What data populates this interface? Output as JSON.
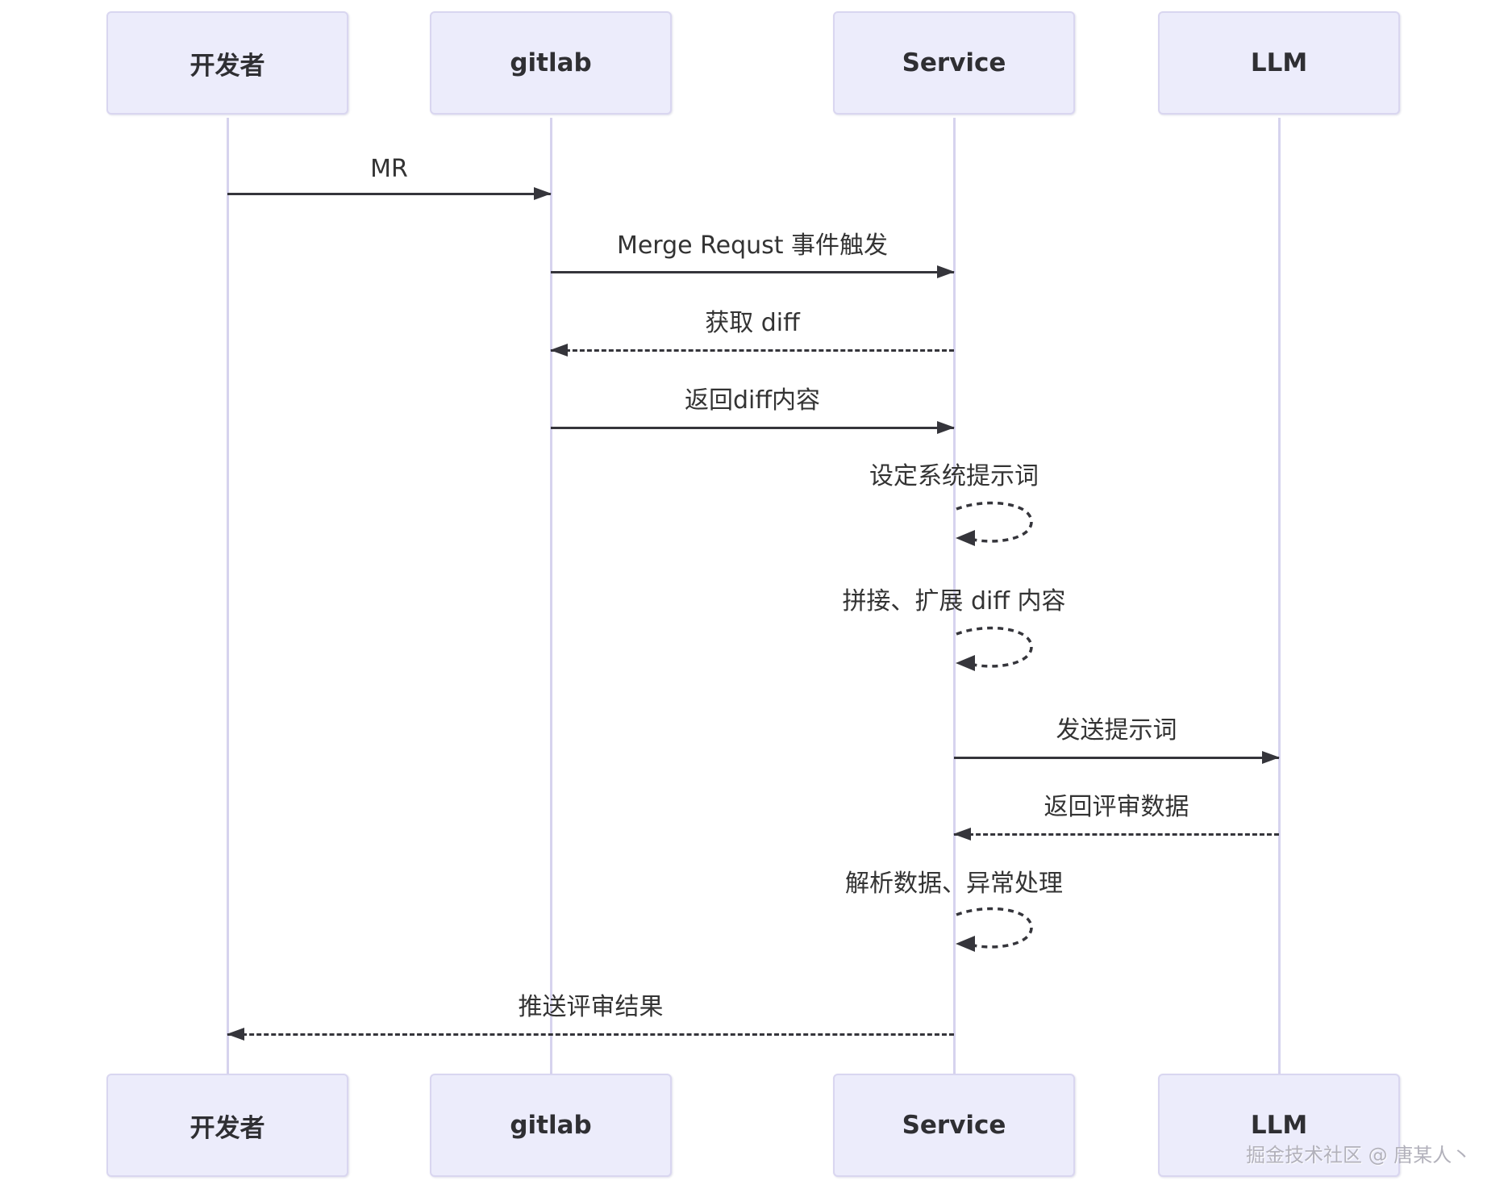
{
  "diagram_type": "sequence-diagram",
  "actors": [
    {
      "id": "developer",
      "label": "开发者"
    },
    {
      "id": "gitlab",
      "label": "gitlab"
    },
    {
      "id": "service",
      "label": "Service"
    },
    {
      "id": "llm",
      "label": "LLM"
    }
  ],
  "messages": [
    {
      "from": "开发者",
      "to": "gitlab",
      "style": "solid",
      "label": "MR"
    },
    {
      "from": "gitlab",
      "to": "Service",
      "style": "solid",
      "label": "Merge Requst 事件触发"
    },
    {
      "from": "Service",
      "to": "gitlab",
      "style": "dotted",
      "label": "获取 diff"
    },
    {
      "from": "gitlab",
      "to": "Service",
      "style": "solid",
      "label": "返回diff内容"
    },
    {
      "from": "Service",
      "to": "Service",
      "style": "dotted-self",
      "label": "设定系统提示词"
    },
    {
      "from": "Service",
      "to": "Service",
      "style": "dotted-self",
      "label": "拼接、扩展 diff 内容"
    },
    {
      "from": "Service",
      "to": "LLM",
      "style": "solid",
      "label": "发送提示词"
    },
    {
      "from": "LLM",
      "to": "Service",
      "style": "dotted",
      "label": "返回评审数据"
    },
    {
      "from": "Service",
      "to": "Service",
      "style": "dotted-self",
      "label": "解析数据、异常处理"
    },
    {
      "from": "Service",
      "to": "开发者",
      "style": "dotted",
      "label": "推送评审结果"
    }
  ],
  "watermark": {
    "text": "掘金技术社区 @ 唐某人丶"
  },
  "colors": {
    "actor_fill": "#ECECFB",
    "actor_border": "#D9D6F0",
    "lifeline": "#D6D3EE",
    "arrow": "#35353B",
    "text": "#333333",
    "watermark": "#B2B1BB",
    "background": "#FFFFFF"
  }
}
